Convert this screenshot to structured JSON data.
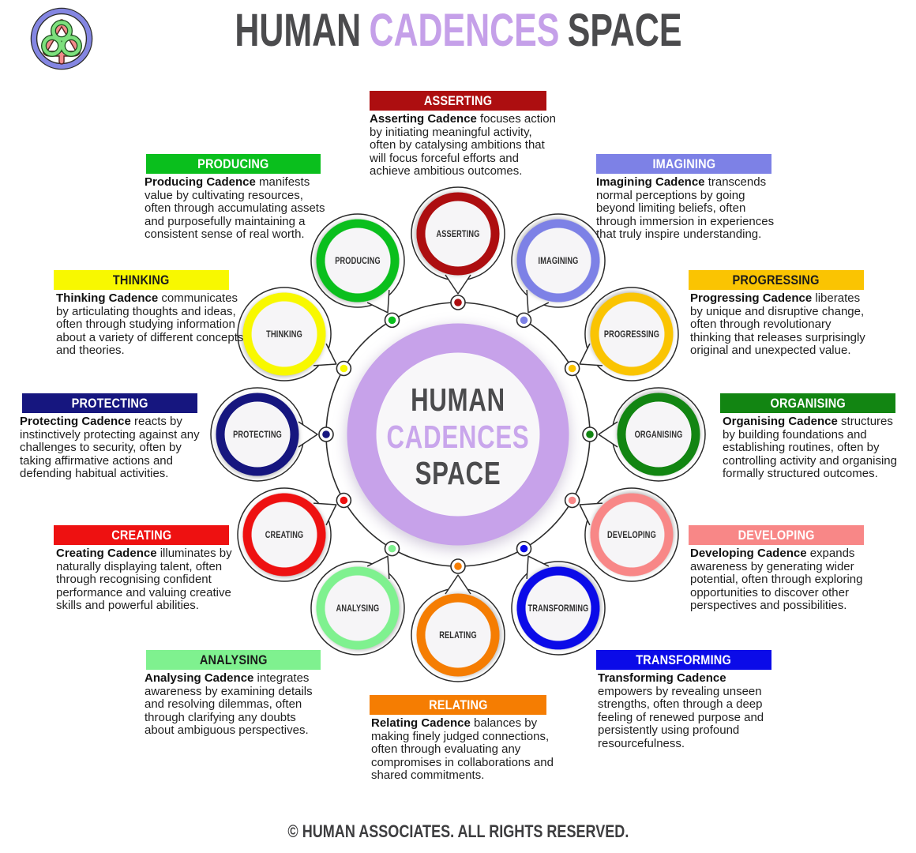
{
  "title": {
    "part1": "HUMAN",
    "part2": "CADENCES",
    "part3": "SPACE"
  },
  "center": {
    "line1": "HUMAN",
    "line2": "CADENCES",
    "line3": "SPACE"
  },
  "footer": "© HUMAN ASSOCIATES. ALL RIGHTS RESERVED.",
  "logo": {
    "ring_color": "#8486e2",
    "knot_green": "#7de07d",
    "knot_pink": "#f28b8b"
  },
  "cadences": [
    {
      "id": "asserting",
      "label": "ASSERTING",
      "color": "#ad0e10",
      "text_color": "#ffffff",
      "angle_deg": -90,
      "lead": "Asserting Cadence",
      "desc": " focuses action by initiating meaningful activity, often by catalysing ambitions that will focus forceful efforts and achieve ambitious outcomes."
    },
    {
      "id": "imagining",
      "label": "IMAGINING",
      "color": "#7d81e6",
      "text_color": "#ffffff",
      "angle_deg": -60,
      "lead": "Imagining Cadence",
      "desc": " transcends normal perceptions by going beyond limiting beliefs, often through immersion in experiences that truly inspire understanding."
    },
    {
      "id": "progressing",
      "label": "PROGRESSING",
      "color": "#fac402",
      "text_color": "#1a1a1a",
      "angle_deg": -30,
      "lead": "Progressing Cadence",
      "desc": " liberates by unique and disruptive change, often through revolutionary thinking that releases surprisingly original and unexpected value."
    },
    {
      "id": "organising",
      "label": "ORGANISING",
      "color": "#128512",
      "text_color": "#ffffff",
      "angle_deg": 0,
      "lead": "Organising Cadence",
      "desc": " structures by building foundations and establishing routines, often by controlling activity and organising formally structured outcomes."
    },
    {
      "id": "developing",
      "label": "DEVELOPING",
      "color": "#f88787",
      "text_color": "#ffffff",
      "angle_deg": 30,
      "lead": "Developing Cadence",
      "desc": " expands awareness by generating wider potential, often through exploring opportunities to discover other perspectives and possibilities."
    },
    {
      "id": "transforming",
      "label": "TRANSFORMING",
      "color": "#0b0be8",
      "text_color": "#ffffff",
      "angle_deg": 60,
      "lead": "Transforming Cadence",
      "desc": " empowers by revealing unseen strengths, often through a deep feeling of renewed purpose and persistently using profound resourcefulness."
    },
    {
      "id": "relating",
      "label": "RELATING",
      "color": "#f57d02",
      "text_color": "#ffffff",
      "angle_deg": 90,
      "lead": "Relating Cadence",
      "desc": " balances by making finely judged connections, often through evaluating any compromises in collaborations and shared commitments."
    },
    {
      "id": "analysing",
      "label": "ANALYSING",
      "color": "#7ff18f",
      "text_color": "#1a1a1a",
      "angle_deg": 120,
      "lead": "Analysing Cadence",
      "desc": " integrates awareness by examining details and resolving dilemmas, often through clarifying any doubts about ambiguous perspectives."
    },
    {
      "id": "creating",
      "label": "CREATING",
      "color": "#ee1111",
      "text_color": "#ffffff",
      "angle_deg": 150,
      "lead": "Creating Cadence",
      "desc": " illuminates by naturally displaying talent, often through recognising confident performance and valuing creative skills and powerful abilities."
    },
    {
      "id": "protecting",
      "label": "PROTECTING",
      "color": "#16167f",
      "text_color": "#ffffff",
      "angle_deg": 180,
      "lead": "Protecting Cadence",
      "desc": " reacts by instinctively protecting against any challenges to security, often by taking affirmative actions and defending habitual activities."
    },
    {
      "id": "thinking",
      "label": "THINKING",
      "color": "#f8f800",
      "text_color": "#1a1a1a",
      "angle_deg": 210,
      "lead": "Thinking Cadence",
      "desc": " communicates by articulating thoughts and ideas, often through studying information about a variety of different concepts and theories."
    },
    {
      "id": "producing",
      "label": "PRODUCING",
      "color": "#0abf1d",
      "text_color": "#ffffff",
      "angle_deg": 240,
      "lead": "Producing Cadence",
      "desc": " manifests value by cultivating resources, often through accumulating assets and purposefully maintaining a consistent sense of real worth."
    }
  ]
}
